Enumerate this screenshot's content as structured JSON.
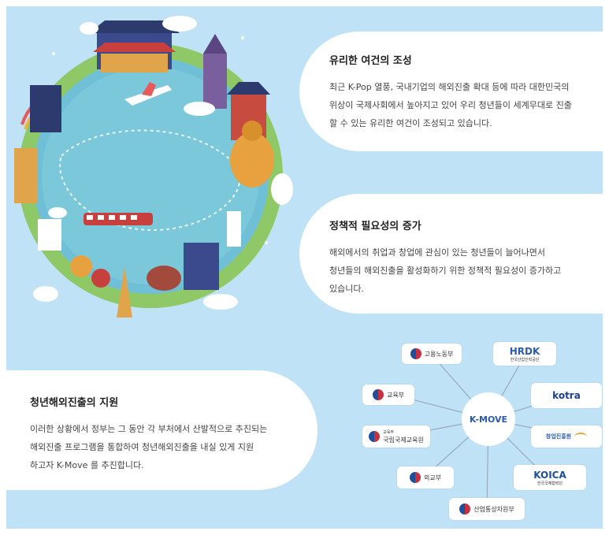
{
  "cards": [
    {
      "title": "유리한 여건의 조성",
      "lines": [
        "최근 K-Pop 열풍, 국내기업의 해외진출 확대 등에 따라 대한민국의",
        "위상이 국제사회에서 높아지고 있어 우리 청년들이 세계무대로 진출",
        "할 수 있는 유리한 여건이 조성되고 있습니다."
      ]
    },
    {
      "title": "정책적 필요성의 증가",
      "lines": [
        "해외에서의 취업과 창업에 관심이 있는 청년들이 늘어나면서",
        "청년들의 해외진출을 활성화하기 위한 정책적 필요성이 증가하고",
        "있습니다."
      ]
    },
    {
      "title": "청년해외진출의 지원",
      "lines": [
        "이러한 상황에서 정부는 그 동안 각 부처에서 산발적으로 추진되는",
        "해외진출 프로그램을 통합하여 청년해외진출을 내실 있게 지원",
        "하고자 K-Move 를 추진합니다."
      ]
    }
  ],
  "diagram": {
    "hub": "K-MOVE",
    "nodes": {
      "moel": "고용노동부",
      "hrdk": "HRDK",
      "hrdk_sub": "한국산업인력공단",
      "moe": "교육부",
      "kotra": "kotra",
      "niied_small": "교육부",
      "niied": "국립국제교육원",
      "startup": "창업진흥원",
      "mofa": "외교부",
      "koica": "KOICA",
      "koica_sub": "한국국제협력단",
      "motie": "산업통상자원부"
    }
  },
  "colors": {
    "background": "#bfe2f6",
    "card": "#ffffff",
    "accent": "#2a5bb0"
  }
}
